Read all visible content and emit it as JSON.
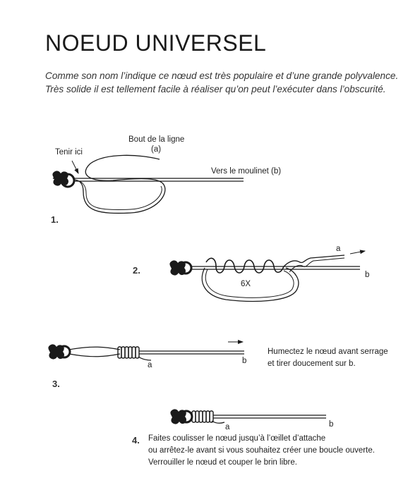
{
  "title": "NOEUD UNIVERSEL",
  "intro": [
    "Comme son nom l’indique ce nœud est très populaire et d’une grande polyvalence.",
    "Très solide il est tellement facile à réaliser qu’on peut l’exécuter dans l’obscurité."
  ],
  "step1": {
    "number": "1.",
    "hold_label": "Tenir ici",
    "line_end_label": "Bout de la ligne",
    "line_end_letter": "(a)",
    "reel_label": "Vers le moulinet (b)"
  },
  "step2": {
    "number": "2.",
    "wraps_label": "6X",
    "end_a": "a",
    "end_b": "b"
  },
  "step3": {
    "number": "3.",
    "end_a": "a",
    "end_b": "b",
    "instructions": [
      "Humectez le nœud avant serrage",
      "et tirer doucement sur b."
    ]
  },
  "step4": {
    "number": "4.",
    "end_a": "a",
    "end_b": "b",
    "instructions": [
      "Faites coulisser le nœud jusqu’à l’œillet d’attache",
      "ou arrêtez-le avant si vous souhaitez créer une boucle ouverte.",
      "Verrouiller le nœud et couper le brin libre."
    ]
  },
  "colors": {
    "line": "#1a1a1a",
    "text": "#222222"
  }
}
